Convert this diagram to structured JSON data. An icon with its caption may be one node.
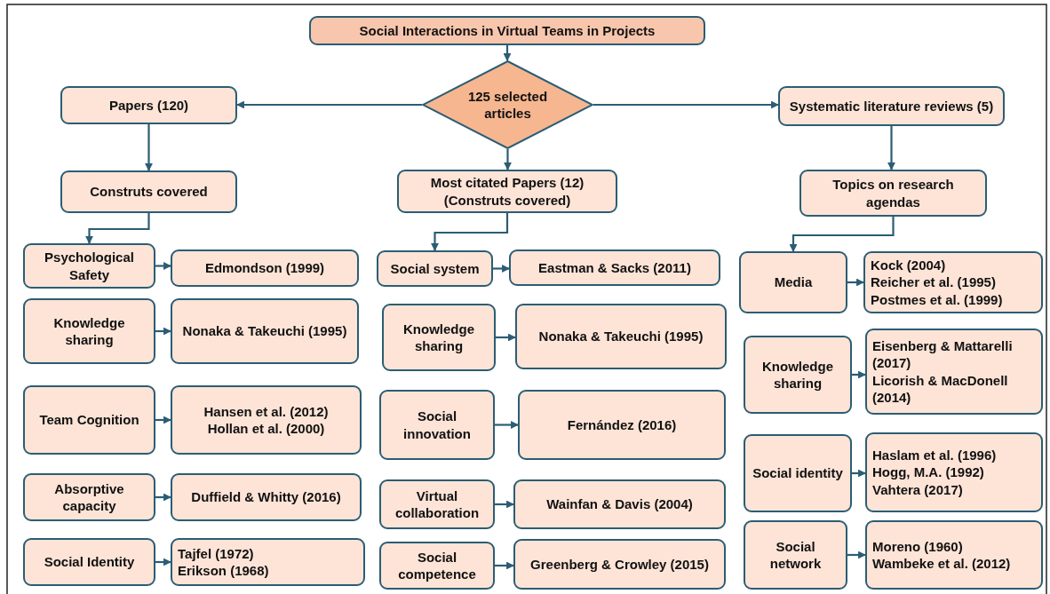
{
  "diagram": {
    "nodes": [
      {
        "text": [
          "Social Interactions in Virtual Teams in Projects"
        ]
      },
      {
        "text": [
          "125 selected articles"
        ]
      },
      {
        "text": [
          "Papers (120)"
        ]
      },
      {
        "text": [
          "Systematic literature reviews (5)"
        ]
      },
      {
        "text": [
          "Construts covered"
        ]
      },
      {
        "text": [
          "Most citated Papers (12) (Construts covered)"
        ]
      },
      {
        "text": [
          "Topics on research agendas"
        ]
      },
      {
        "text": [
          "Psychological Safety"
        ]
      },
      {
        "text": [
          "Edmondson (1999)"
        ]
      },
      {
        "text": [
          "Knowledge sharing"
        ]
      },
      {
        "text": [
          "Nonaka & Takeuchi (1995)"
        ]
      },
      {
        "text": [
          "Team Cognition"
        ]
      },
      {
        "text": [
          "Hansen et al. (2012)",
          "Hollan et al. (2000)"
        ]
      },
      {
        "text": [
          "Absorptive capacity"
        ]
      },
      {
        "text": [
          "Duffield & Whitty (2016)"
        ]
      },
      {
        "text": [
          "Social Identity"
        ]
      },
      {
        "text": [
          "Tajfel (1972)",
          "Erikson (1968)"
        ]
      },
      {
        "text": [
          "Social system"
        ]
      },
      {
        "text": [
          "Eastman & Sacks (2011)"
        ]
      },
      {
        "text": [
          "Knowledge sharing"
        ]
      },
      {
        "text": [
          "Nonaka & Takeuchi (1995)"
        ]
      },
      {
        "text": [
          "Social innovation"
        ]
      },
      {
        "text": [
          "Fernández (2016)"
        ]
      },
      {
        "text": [
          "Virtual collaboration"
        ]
      },
      {
        "text": [
          "Wainfan & Davis (2004)"
        ]
      },
      {
        "text": [
          "Social competence"
        ]
      },
      {
        "text": [
          "Greenberg & Crowley (2015)"
        ]
      },
      {
        "text": [
          "Media"
        ]
      },
      {
        "text": [
          "Kock (2004)",
          "Reicher et al. (1995)",
          "Postmes et al. (1999)"
        ]
      },
      {
        "text": [
          "Knowledge sharing"
        ]
      },
      {
        "text": [
          "Eisenberg & Mattarelli (2017)",
          "Licorish & MacDonell (2014)"
        ]
      },
      {
        "text": [
          "Social identity"
        ]
      },
      {
        "text": [
          "Haslam et al. (1996)",
          "Hogg, M.A. (1992)",
          "Vahtera (2017)"
        ]
      },
      {
        "text": [
          "Social network"
        ]
      },
      {
        "text": [
          "Moreno (1960)",
          "Wambeke et al. (2012)"
        ]
      }
    ],
    "edges": [
      {
        "from": 0,
        "to": 1,
        "arrow": "to"
      },
      {
        "from": 1,
        "to": 2,
        "arrow": "to"
      },
      {
        "from": 1,
        "to": 3,
        "arrow": "to"
      },
      {
        "from": 1,
        "to": 5,
        "arrow": "to"
      },
      {
        "from": 2,
        "to": 4,
        "arrow": "to"
      },
      {
        "from": 3,
        "to": 6,
        "arrow": "to"
      },
      {
        "from": 4,
        "to": 7,
        "arrow": "to"
      },
      {
        "from": 5,
        "to": 17,
        "arrow": "to"
      },
      {
        "from": 6,
        "to": 27,
        "arrow": "to"
      },
      {
        "from": 7,
        "to": 8,
        "arrow": "to"
      },
      {
        "from": 9,
        "to": 10,
        "arrow": "to"
      },
      {
        "from": 11,
        "to": 12,
        "arrow": "to"
      },
      {
        "from": 13,
        "to": 14,
        "arrow": "to"
      },
      {
        "from": 15,
        "to": 16,
        "arrow": "to"
      },
      {
        "from": 17,
        "to": 18,
        "arrow": "to"
      },
      {
        "from": 19,
        "to": 20,
        "arrow": "to"
      },
      {
        "from": 21,
        "to": 22,
        "arrow": "to"
      },
      {
        "from": 23,
        "to": 24,
        "arrow": "to"
      },
      {
        "from": 25,
        "to": 26,
        "arrow": "to"
      },
      {
        "from": 27,
        "to": 28,
        "arrow": "to"
      },
      {
        "from": 29,
        "to": 30,
        "arrow": "to"
      },
      {
        "from": 31,
        "to": 32,
        "arrow": "to"
      },
      {
        "from": 33,
        "to": 34,
        "arrow": "to"
      }
    ]
  }
}
